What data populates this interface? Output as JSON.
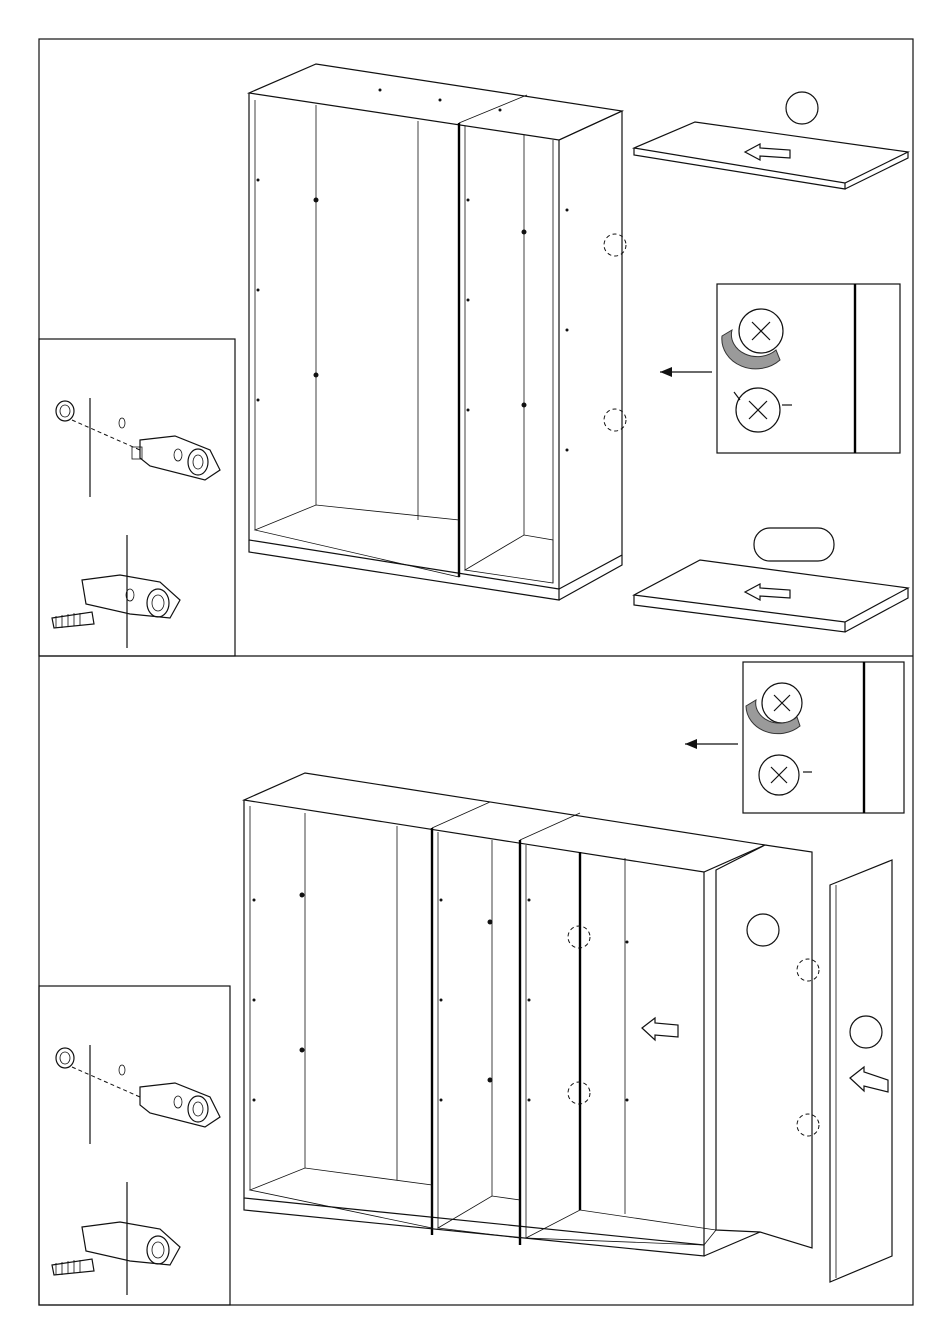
{
  "steps": [
    {
      "id": "upper",
      "parts": [
        "cam-lock-detail",
        "top-panel",
        "bottom-panel",
        "rotation-detail"
      ],
      "icons": [
        "cam-lock-icon",
        "screw-icon",
        "circle-icon",
        "arrow-left-icon"
      ]
    },
    {
      "id": "lower",
      "parts": [
        "cam-lock-detail",
        "side-panel",
        "back-panel",
        "rotation-detail"
      ],
      "icons": [
        "cam-lock-icon",
        "screw-icon",
        "circle-icon",
        "arrow-left-icon"
      ]
    }
  ],
  "colors": {
    "line": "#111111",
    "background": "#ffffff",
    "shade": "#9a9a9a"
  }
}
